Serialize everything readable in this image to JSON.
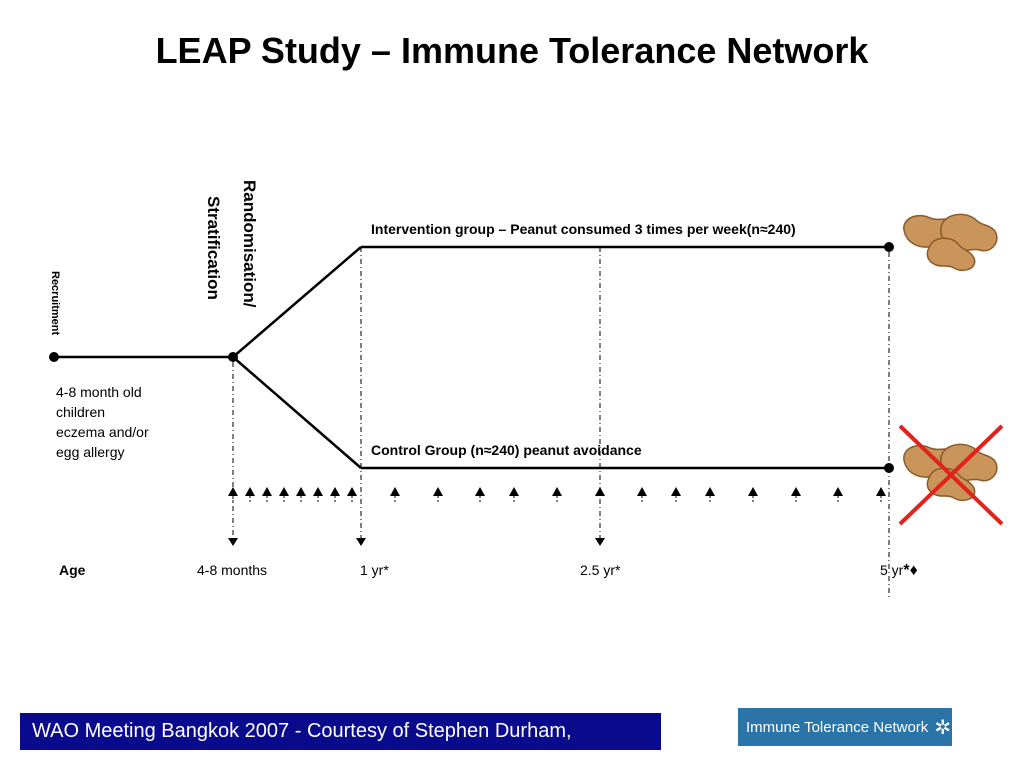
{
  "title": "LEAP Study – Immune Tolerance Network",
  "recruitment_label": "Recruitment",
  "randomisation_label_line1": "Randomisation/",
  "randomisation_label_line2": "Stratification",
  "intervention_label": "Intervention group – Peanut consumed 3 times per week(n≈240)",
  "control_label": "Control Group (n≈240) peanut avoidance",
  "population": [
    "4-8 month old",
    "children",
    "eczema and/or",
    "egg allergy"
  ],
  "age_row": {
    "heading": "Age",
    "points": [
      "4-8 months",
      "1 yr*",
      "2.5 yr*",
      "5 yr"
    ],
    "final_marks": "*♦"
  },
  "footer": "WAO Meeting Bangkok 2007 - Courtesy of Stephen Durham,",
  "logo_text": "Immune Tolerance Network",
  "colors": {
    "footer_bg": "#0a0a8c",
    "logo_bg": "#2a74a8",
    "cross": "#e0231c",
    "peanut": "#c9955a"
  }
}
